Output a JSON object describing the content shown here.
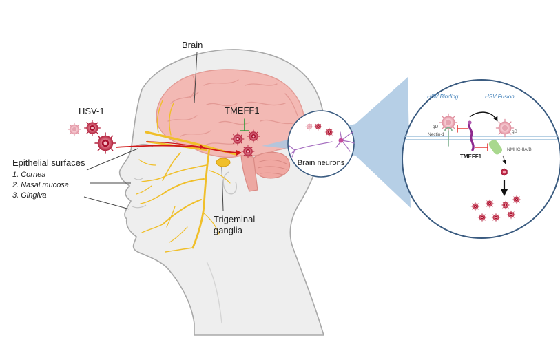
{
  "labels": {
    "brain": "Brain",
    "hsv1": "HSV-1",
    "tmeff1_main": "TMEFF1",
    "epithelial_title": "Epithelial surfaces",
    "cornea": "1. Cornea",
    "nasal": "2. Nasal mucosa",
    "gingiva": "3. Gingiva",
    "trigeminal_line1": "Trigeminal",
    "trigeminal_line2": "ganglia",
    "brain_neurons": "Brain neurons"
  },
  "inset": {
    "hsv_binding": "HSV Binding",
    "hsv_fusion": "HSV Fusion",
    "gd": "gD",
    "gb": "gB",
    "nectin": "Nectin-1",
    "tmeff1": "TMEFF1",
    "nmhc": "NMHC-IIA/B"
  },
  "colors": {
    "head": "#eeeeee",
    "head_outline": "#a8a8a8",
    "brain": "#f3b9b4",
    "brain_dark": "#e39a95",
    "nerve": "#f0bf2a",
    "virus": "#c0304a",
    "virus_light": "#e8a0ad",
    "inhibit": "#e53935",
    "green_inhibit": "#2e9a3a",
    "inset_border": "#3a5b80",
    "inset_title": "#3f7fb8",
    "cone": "#a9c7e2"
  },
  "icons": [
    "virus-icon",
    "neuron-icon",
    "nectin-receptor-icon",
    "tmeff1-protein-icon",
    "nmhc-protein-icon"
  ]
}
